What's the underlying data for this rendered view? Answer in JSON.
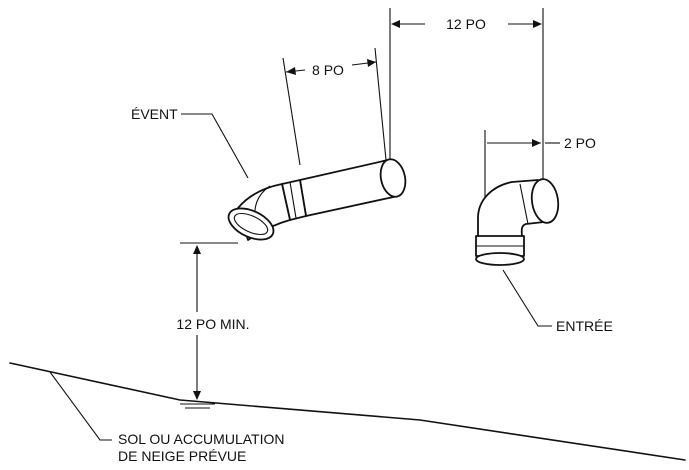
{
  "labels": {
    "vent": "ÉVENT",
    "intake": "ENTRÉE",
    "ground_line1": "SOL OU ACCUMULATION",
    "ground_line2": "DE NEIGE PRÉVUE"
  },
  "dimensions": {
    "vent_intake_spacing": "12 PO",
    "vent_pipe_length": "8 PO",
    "intake_offset": "2 PO",
    "min_height": "12 PO MIN."
  }
}
